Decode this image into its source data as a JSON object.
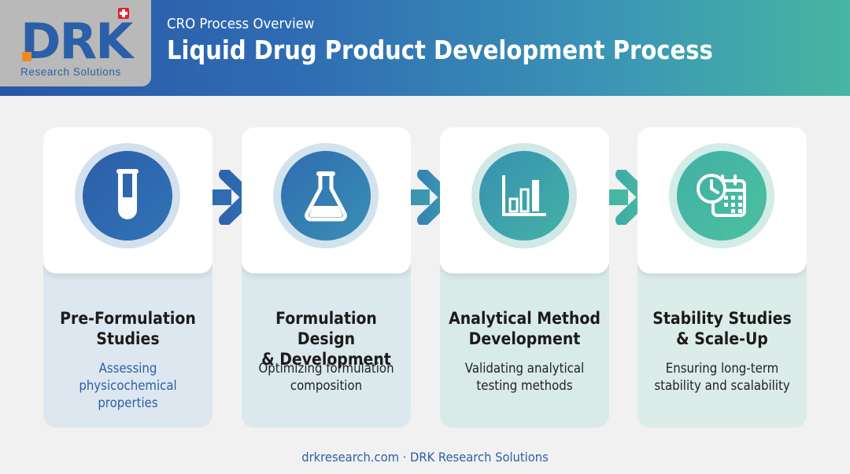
{
  "header": {
    "logo_text": "DRK",
    "logo_sub": "Research Solutions",
    "subtitle": "CRO Process Overview",
    "title": "Liquid Drug Product Development Process"
  },
  "steps": [
    {
      "title_line1": "Pre-Formulation",
      "title_line2": "Studies",
      "desc_line1": "Assessing",
      "desc_line2": "physicochemical",
      "desc_line3": "properties",
      "icon": "test-tube-icon"
    },
    {
      "title_line1": "Formulation Design",
      "title_line2": "& Development",
      "desc_line1": "Optimizing formulation",
      "desc_line2": "composition",
      "icon": "flask-icon"
    },
    {
      "title_line1": "Analytical Method",
      "title_line2": "Development",
      "desc_line1": "Validating analytical",
      "desc_line2": "testing methods",
      "icon": "bar-chart-icon"
    },
    {
      "title_line1": "Stability Studies",
      "title_line2": "& Scale-Up",
      "desc_line1": "Ensuring long-term",
      "desc_line2": "stability and scalability",
      "icon": "clock-calendar-icon"
    }
  ],
  "footer": "drkresearch.com · DRK Research Solutions",
  "colors": {
    "brand_blue": "#2b5fa8",
    "teal": "#47b6a2",
    "logo_accent": "#f08a1e"
  }
}
